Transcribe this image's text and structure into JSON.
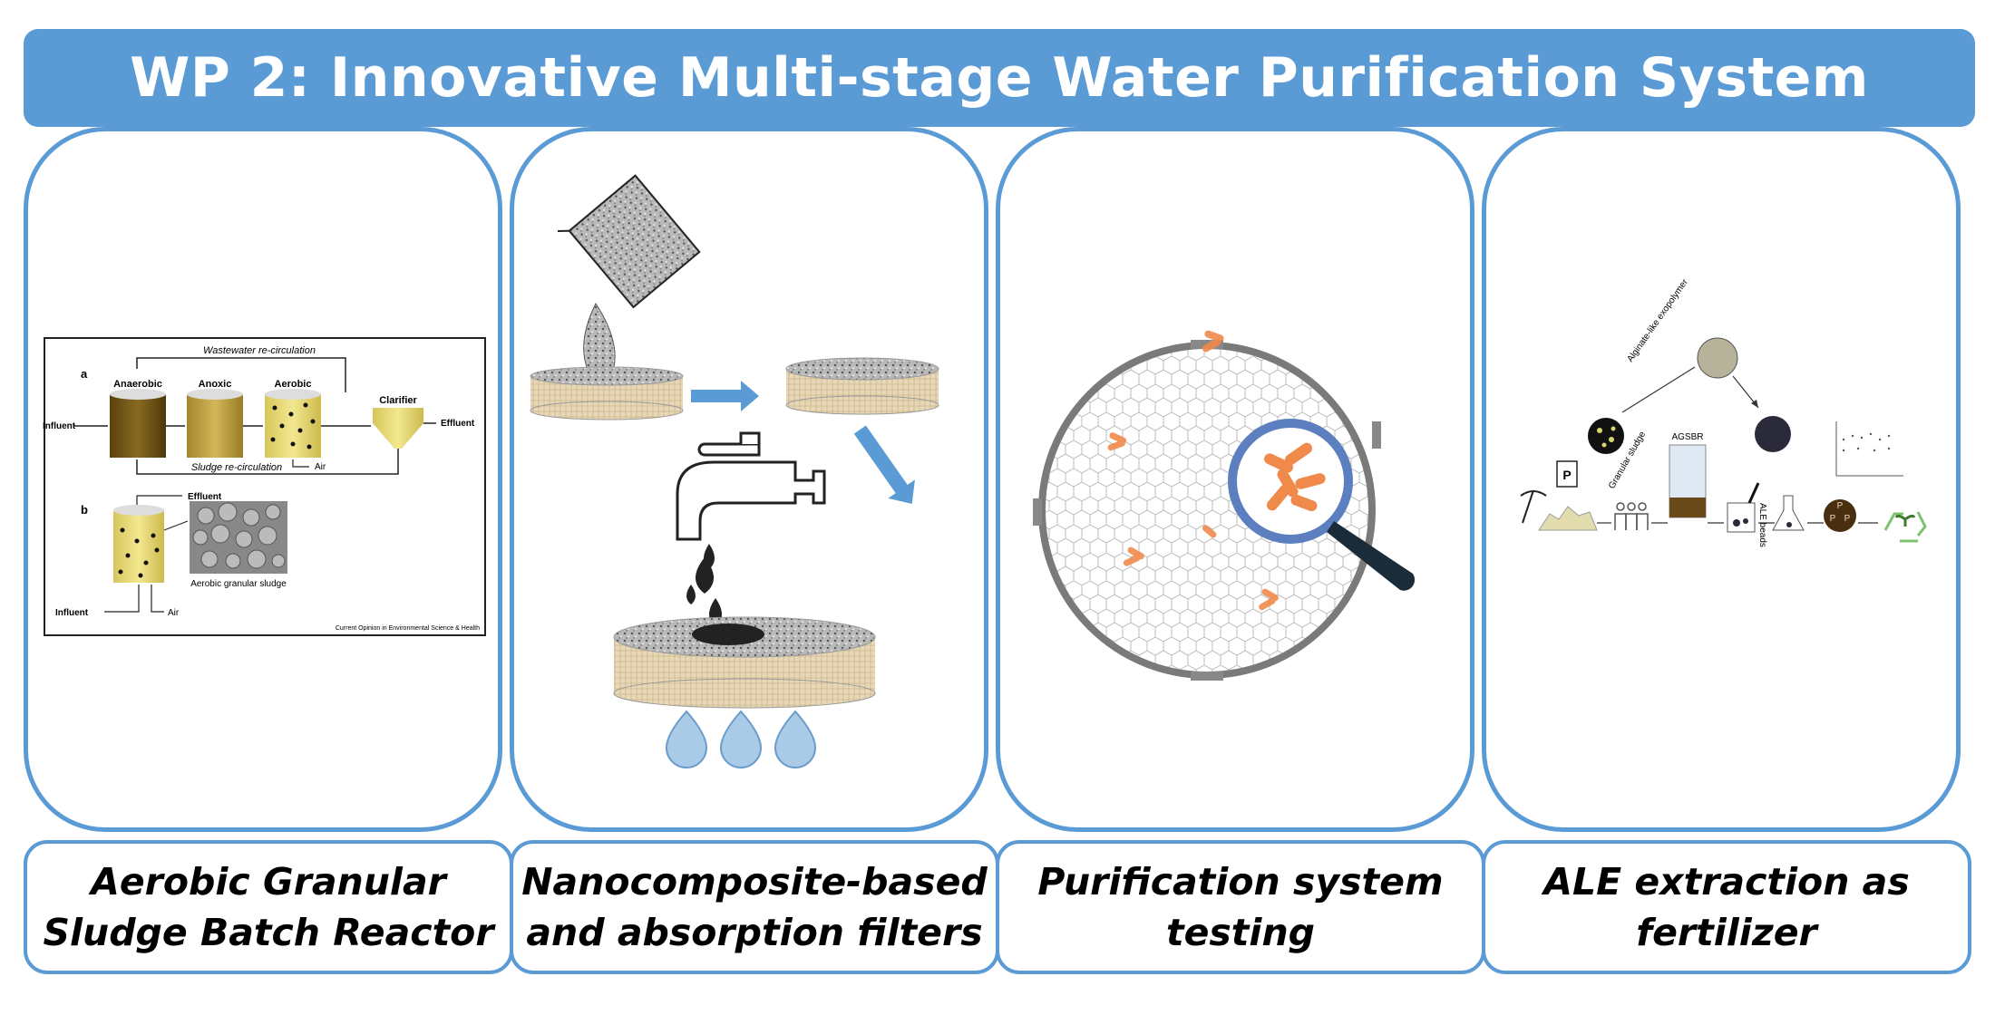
{
  "header": {
    "title": "WP 2: Innovative Multi-stage Water Purification System"
  },
  "panels": [
    {
      "caption_line1": "Aerobic Granular",
      "caption_line2": "Sludge Batch Reactor",
      "diagram": {
        "wastewater_recirc": "Wastewater re-circulation",
        "sludge_recirc": "Sludge re-circulation",
        "label_a": "a",
        "label_b": "b",
        "anaerobic": "Anaerobic",
        "anoxic": "Anoxic",
        "aerobic": "Aerobic",
        "clarifier": "Clarifier",
        "influent": "Influent",
        "effluent": "Effluent",
        "air": "Air",
        "granular": "Aerobic granular sludge",
        "source": "Current Opinion in Environmental Science & Health"
      }
    },
    {
      "caption_line1": "Nanocomposite-based",
      "caption_line2": "and absorption filters"
    },
    {
      "caption_line1": "Purification system",
      "caption_line2": "testing"
    },
    {
      "caption_line1": "ALE extraction as",
      "caption_line2": "fertilizer",
      "diagram": {
        "exopolymer": "Alginate-like exopolymer",
        "granular": "Granular sludge",
        "agsbr": "AGSBR",
        "beads": "ALE beads",
        "p_symbol": "P"
      }
    }
  ],
  "colors": {
    "accent": "#5b9bd5",
    "sand": "#e6d7b9",
    "sludge": "#7a5b16",
    "bacteria": "#f08a4b"
  }
}
